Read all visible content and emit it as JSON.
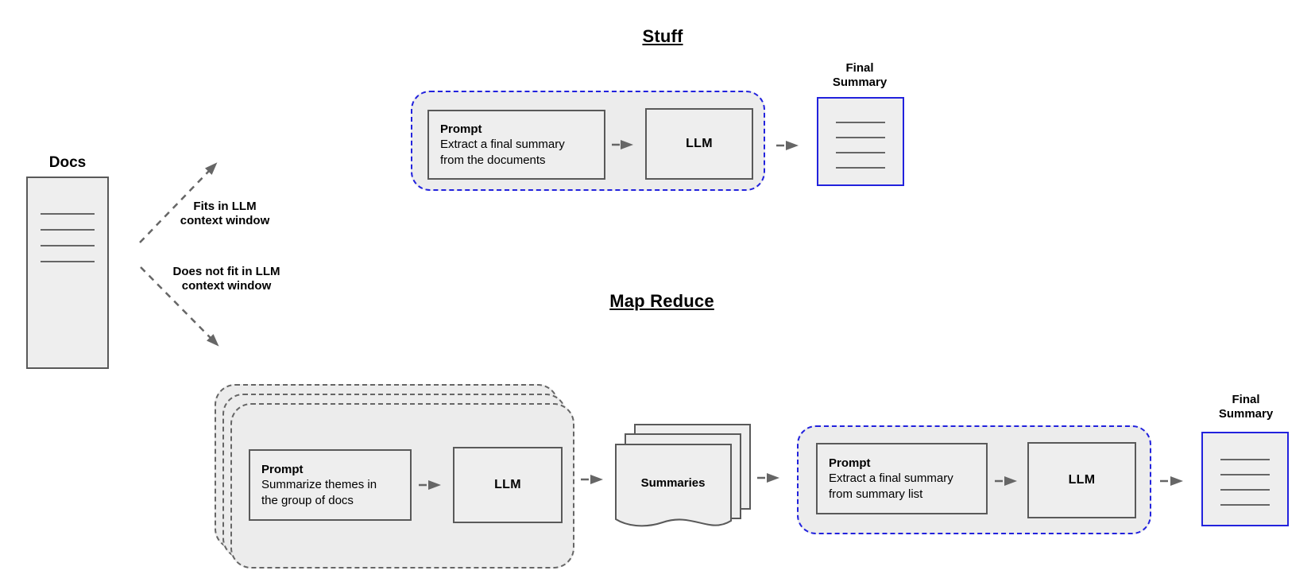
{
  "diagram": {
    "docs": {
      "label": "Docs"
    },
    "branches": {
      "fits": {
        "line1": "Fits in LLM",
        "line2": "context window"
      },
      "not_fit": {
        "line1": "Does not fit in LLM",
        "line2": "context window"
      }
    },
    "stuff": {
      "title": "Stuff",
      "prompt": {
        "title": "Prompt",
        "line1": "Extract a final summary",
        "line2": "from the documents"
      },
      "llm_label": "LLM",
      "final": {
        "line1": "Final",
        "line2": "Summary"
      }
    },
    "map_reduce": {
      "title": "Map Reduce",
      "map_prompt": {
        "title": "Prompt",
        "line1": "Summarize themes in",
        "line2": "the group of docs"
      },
      "map_llm_label": "LLM",
      "summaries_label": "Summaries",
      "reduce_prompt": {
        "title": "Prompt",
        "line1": "Extract a final summary",
        "line2": "from summary list"
      },
      "reduce_llm_label": "LLM",
      "final": {
        "line1": "Final",
        "line2": "Summary"
      }
    },
    "colors": {
      "accent_blue": "#2222dd",
      "box_border": "#595959",
      "dashed_gray": "#666666",
      "shape_fill": "#eeeeee",
      "arrow": "#666666",
      "text": "#000000"
    }
  }
}
